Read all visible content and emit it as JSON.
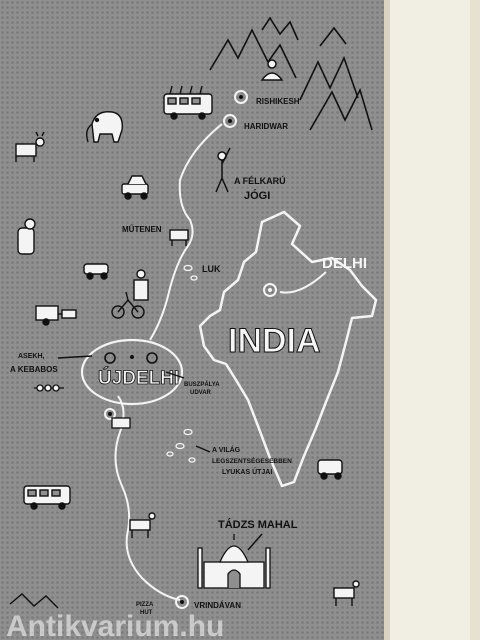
{
  "labels": {
    "rishikesh": "RISHIKESH",
    "haridwar": "HARIDWAR",
    "felkaru_1": "A FÉLKARÚ",
    "felkaru_2": "JÓGI",
    "mutenen": "MŰTENEN",
    "luk": "LUK",
    "delhi": "DELHI",
    "india": "INDIA",
    "kebabos_1": "ASEKH,",
    "kebabos_2": "A KEBABOS",
    "ujdelhi": "ÚJDELHI",
    "buszpalya_1": "BUSZPÁLYA",
    "buszpalya_2": "UDVAR",
    "lyukas_1": "A VILÁG",
    "lyukas_2": "LEGSZENTSÉGESEBBEN",
    "lyukas_3": "LYUKAS ÚTJAI",
    "tadzs": "TÁDZS MAHAL",
    "pizza_1": "PIZZA",
    "pizza_2": "HUT",
    "vrindavan": "VRINDÁVAN",
    "watermark": "Antikvarium.hu"
  },
  "icons": [
    "mountains-icon",
    "meditating-yogi-icon",
    "bus-icon",
    "elephant-icon",
    "cow-icon",
    "one-armed-yogi-icon",
    "car-icon",
    "cyclist-icon",
    "rickshaw-icon",
    "oxcart-icon",
    "kebab-icon",
    "tuk-tuk-icon",
    "taj-mahal-icon"
  ],
  "colors": {
    "map_background": "#8d8d8d",
    "ink": "#111111",
    "chalk": "#f4f4f4",
    "page_margin": "#f1eee3"
  }
}
